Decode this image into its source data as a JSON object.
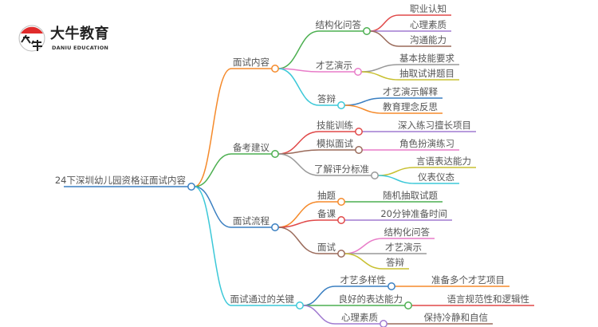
{
  "logo": {
    "name_cn": "大牛教育",
    "name_en": "DANIU EDUCATION",
    "mark_text": "大牛",
    "brand_color": "#e02b2b"
  },
  "mindmap": {
    "id": "root",
    "label": "24下深圳幼儿园资格证面试内容",
    "color": "#3a7fc1",
    "children": [
      {
        "id": "a",
        "label": "面试内容",
        "color": "#f58a2b",
        "children": [
          {
            "id": "a1",
            "label": "结构化问答",
            "color": "#4caf50",
            "children": [
              {
                "id": "a1a",
                "label": "职业认知",
                "color": "#e04848"
              },
              {
                "id": "a1b",
                "label": "心理素质",
                "color": "#a07ad0"
              },
              {
                "id": "a1c",
                "label": "沟通能力",
                "color": "#9a6a5a"
              }
            ]
          },
          {
            "id": "a2",
            "label": "才艺演示",
            "color": "#e87cc8",
            "children": [
              {
                "id": "a2a",
                "label": "基本技能要求",
                "color": "#999999"
              },
              {
                "id": "a2b",
                "label": "抽取试讲题目",
                "color": "#c8c030"
              }
            ]
          },
          {
            "id": "a3",
            "label": "答辩",
            "color": "#3cc8d8",
            "children": [
              {
                "id": "a3a",
                "label": "才艺演示解释",
                "color": "#3a7fc1"
              },
              {
                "id": "a3b",
                "label": "教育理念反思",
                "color": "#f58a2b"
              }
            ]
          }
        ]
      },
      {
        "id": "b",
        "label": "备考建议",
        "color": "#4caf50",
        "children": [
          {
            "id": "b1",
            "label": "技能训练",
            "color": "#e04848",
            "children": [
              {
                "id": "b1a",
                "label": "深入练习擅长项目",
                "color": "#a07ad0"
              }
            ]
          },
          {
            "id": "b2",
            "label": "模拟面试",
            "color": "#9a6a5a",
            "children": [
              {
                "id": "b2a",
                "label": "角色扮演练习",
                "color": "#e87cc8"
              }
            ]
          },
          {
            "id": "b3",
            "label": "了解评分标准",
            "color": "#999999",
            "children": [
              {
                "id": "b3a",
                "label": "言语表达能力",
                "color": "#c8c030"
              },
              {
                "id": "b3b",
                "label": "仪表仪态",
                "color": "#3cc8d8"
              }
            ]
          }
        ]
      },
      {
        "id": "c",
        "label": "面试流程",
        "color": "#3a7fc1",
        "children": [
          {
            "id": "c1",
            "label": "抽题",
            "color": "#f58a2b",
            "children": [
              {
                "id": "c1a",
                "label": "随机抽取试题",
                "color": "#4caf50"
              }
            ]
          },
          {
            "id": "c2",
            "label": "备课",
            "color": "#e04848",
            "children": [
              {
                "id": "c2a",
                "label": "20分钟准备时间",
                "color": "#a07ad0"
              }
            ]
          },
          {
            "id": "c3",
            "label": "面试",
            "color": "#9a6a5a",
            "children": [
              {
                "id": "c3a",
                "label": "结构化问答",
                "color": "#e87cc8"
              },
              {
                "id": "c3b",
                "label": "才艺演示",
                "color": "#999999"
              },
              {
                "id": "c3c",
                "label": "答辩",
                "color": "#c8c030"
              }
            ]
          }
        ]
      },
      {
        "id": "d",
        "label": "面试通过的关键",
        "color": "#3cc8d8",
        "children": [
          {
            "id": "d1",
            "label": "才艺多样性",
            "color": "#3a7fc1",
            "children": [
              {
                "id": "d1a",
                "label": "准备多个才艺项目",
                "color": "#f58a2b"
              }
            ]
          },
          {
            "id": "d2",
            "label": "良好的表达能力",
            "color": "#4caf50",
            "children": [
              {
                "id": "d2a",
                "label": "语言规范性和逻辑性",
                "color": "#e04848"
              }
            ]
          },
          {
            "id": "d3",
            "label": "心理素质",
            "color": "#a07ad0",
            "children": [
              {
                "id": "d3a",
                "label": "保持冷静和自信",
                "color": "#9a6a5a"
              }
            ]
          }
        ]
      }
    ]
  }
}
